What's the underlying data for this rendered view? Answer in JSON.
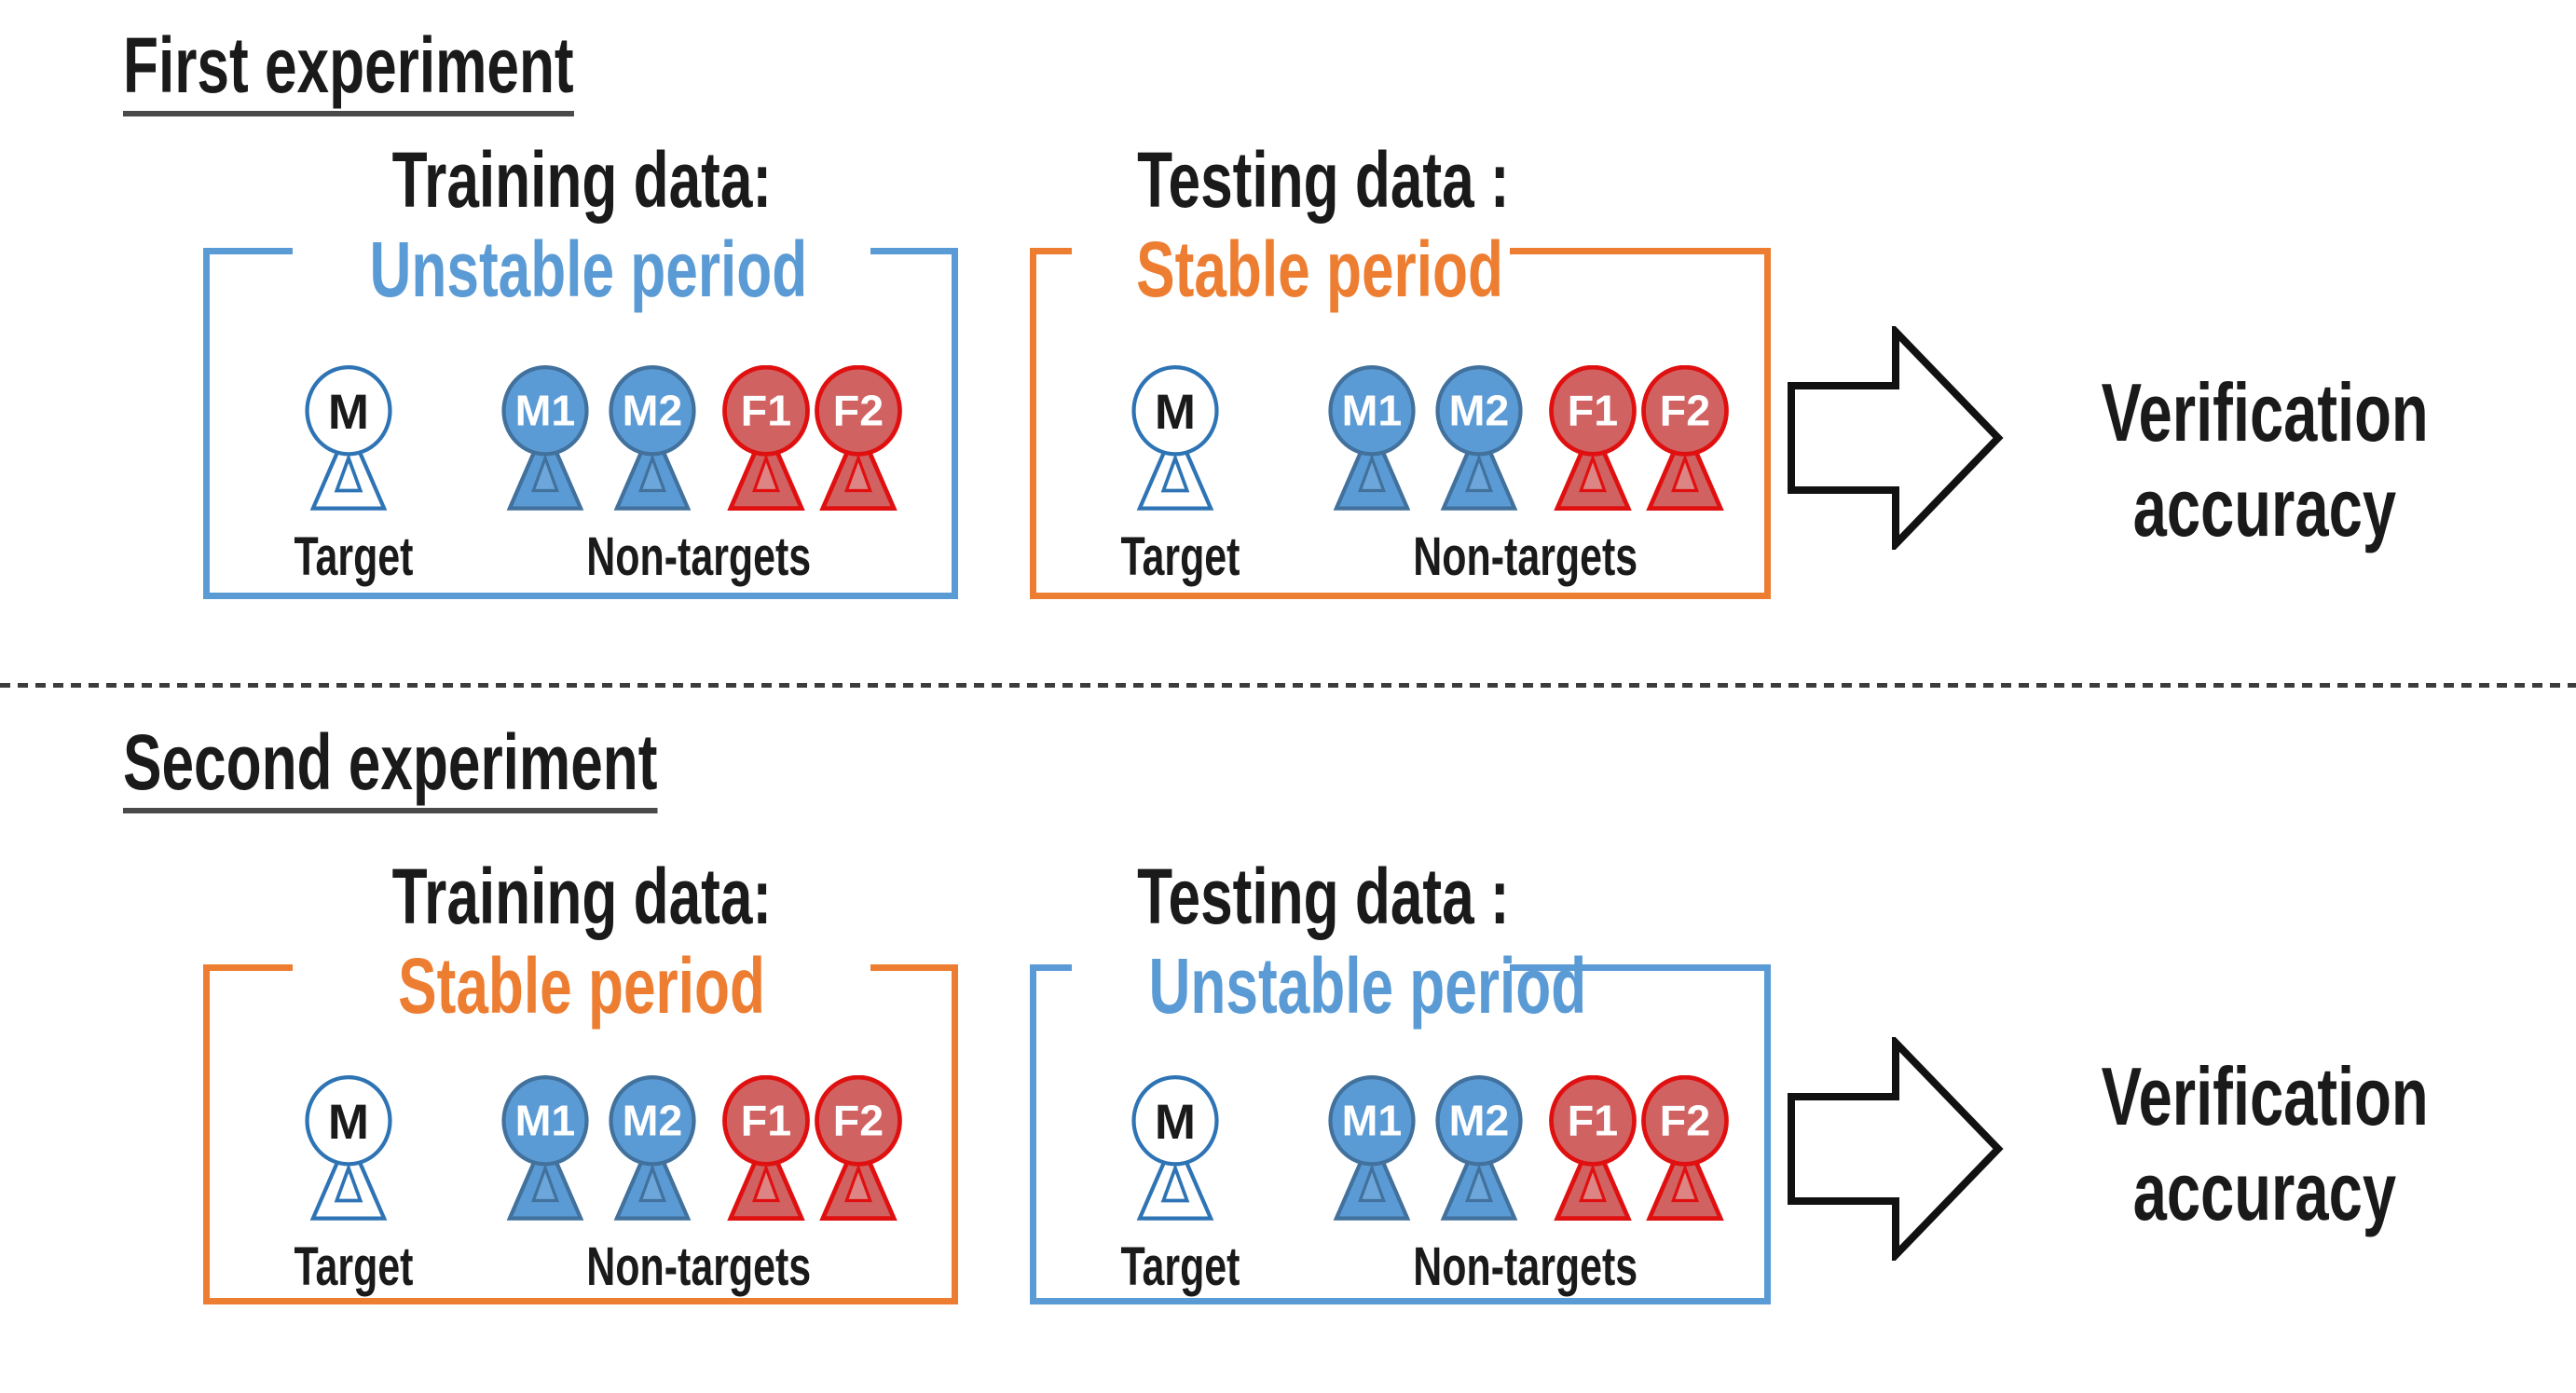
{
  "pawns": {
    "target_label": "M",
    "nontarget_labels": [
      "M1",
      "M2",
      "F1",
      "F2"
    ],
    "target_caption": "Target",
    "nontargets_caption": "Non-targets"
  },
  "experiment1": {
    "heading": "First experiment",
    "training_title": "Training data:",
    "training_period": "Unstable period",
    "testing_title": "Testing data :",
    "testing_period": "Stable period",
    "result_line1": "Verification",
    "result_line2": "accuracy"
  },
  "experiment2": {
    "heading": "Second experiment",
    "training_title": "Training data:",
    "training_period": "Stable period",
    "testing_title": "Testing data :",
    "testing_period": "Unstable period",
    "result_line1": "Verification",
    "result_line2": "accuracy"
  },
  "colors": {
    "unstable_period_blue": "#5B9BD5",
    "stable_period_orange": "#ED7D31",
    "male_fill": "#5B9BD5",
    "male_stroke": "#41719C",
    "female_fill": "#D16262",
    "female_stroke": "#E01010",
    "target_outline_blue": "#2E74B5",
    "arrow_outline": "#111111",
    "text_black": "#1A1A1A"
  }
}
